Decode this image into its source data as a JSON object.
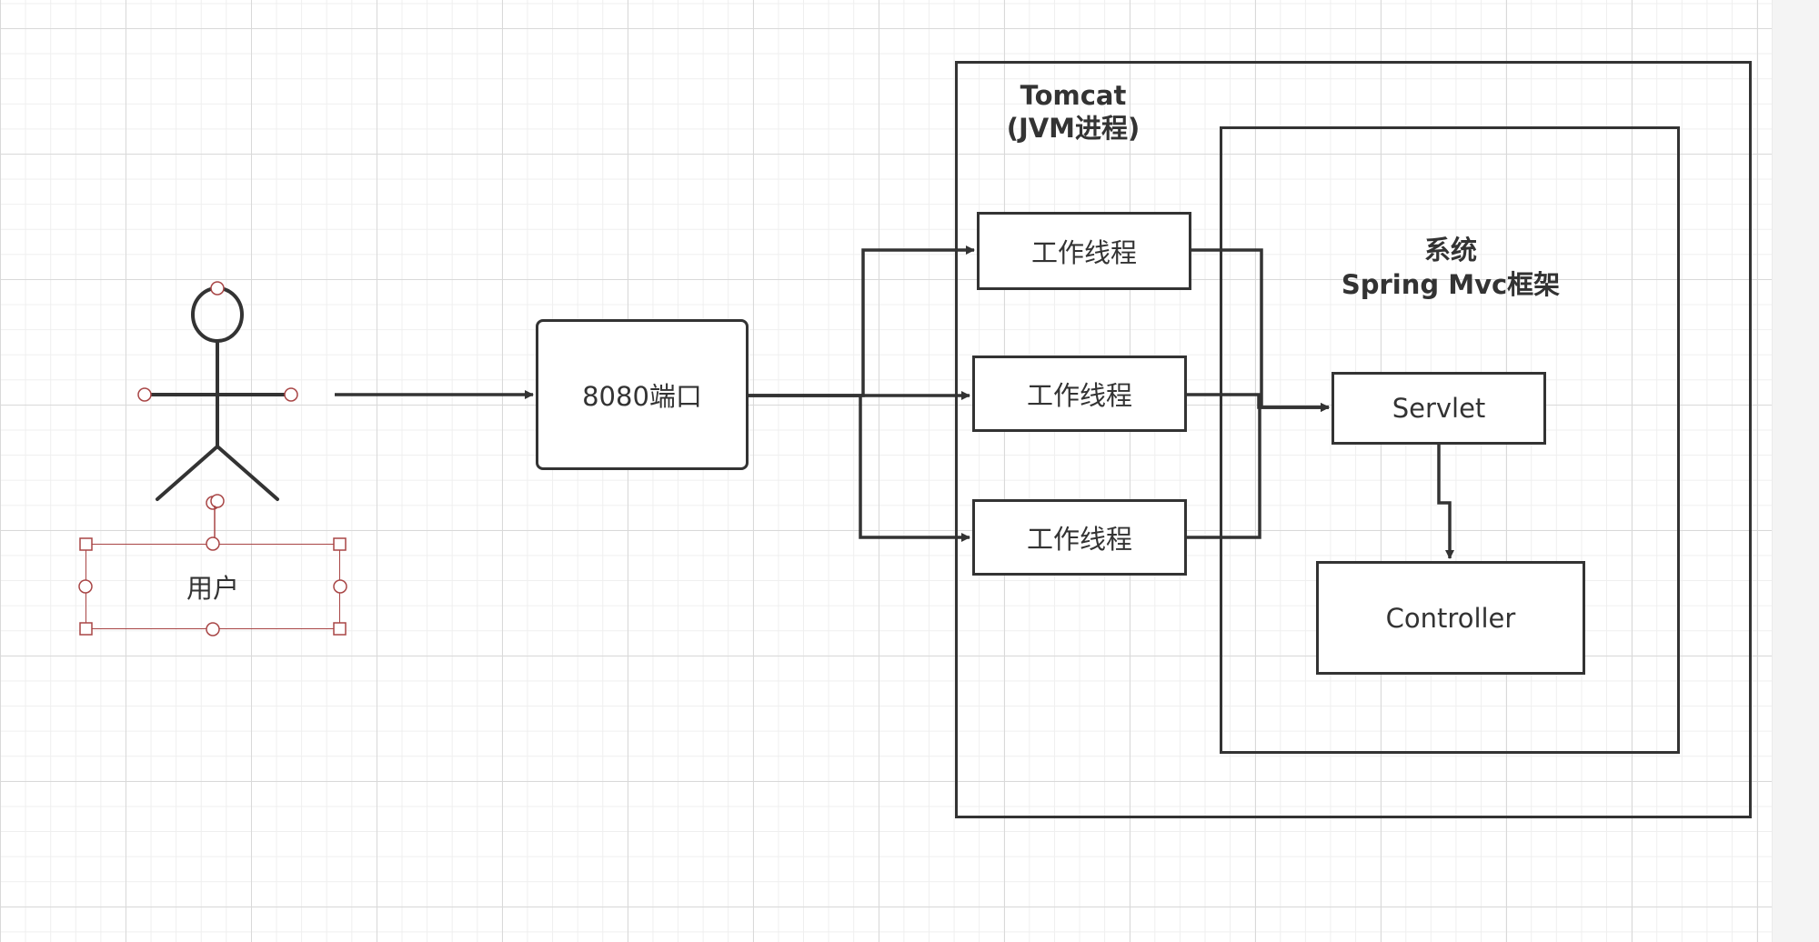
{
  "diagram": {
    "user_label": "用户",
    "port_label": "8080端口",
    "tomcat_title": "Tomcat",
    "tomcat_subtitle": "(JVM进程)",
    "workers": [
      "工作线程",
      "工作线程",
      "工作线程"
    ],
    "system_title": "系统",
    "system_subtitle": "Spring Mvc框架",
    "servlet_label": "Servlet",
    "controller_label": "Controller"
  },
  "colors": {
    "stroke": "#333333",
    "selection": "#a84545",
    "grid_major": "#d9d9d9",
    "grid_minor": "#efefef"
  }
}
